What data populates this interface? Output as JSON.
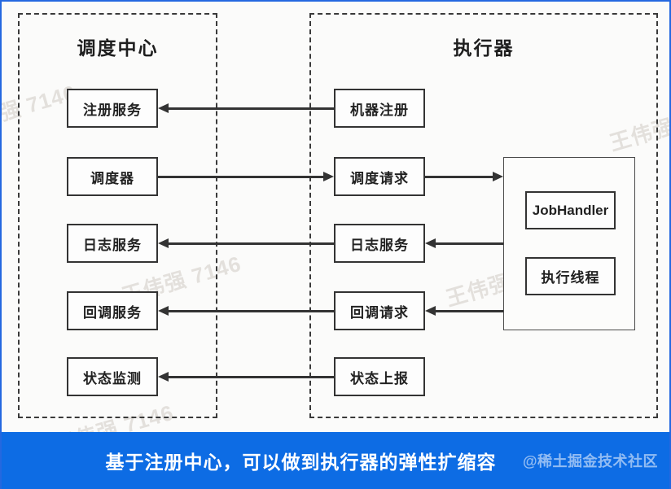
{
  "watermark": {
    "text": "王伟强 7146"
  },
  "diagram": {
    "scheduling_center": {
      "title": "调度中心",
      "nodes": [
        {
          "label": "注册服务"
        },
        {
          "label": "调度器"
        },
        {
          "label": "日志服务"
        },
        {
          "label": "回调服务"
        },
        {
          "label": "状态监测"
        }
      ]
    },
    "executor": {
      "title": "执行器",
      "nodes": [
        {
          "label": "机器注册"
        },
        {
          "label": "调度请求"
        },
        {
          "label": "日志服务"
        },
        {
          "label": "回调请求"
        },
        {
          "label": "状态上报"
        }
      ],
      "worker": {
        "nodes": [
          {
            "label": "JobHandler"
          },
          {
            "label": "执行线程"
          }
        ]
      }
    },
    "connections": [
      {
        "from": "机器注册",
        "to": "注册服务",
        "direction": "left"
      },
      {
        "from": "调度器",
        "to": "调度请求",
        "direction": "right"
      },
      {
        "from": "调度请求",
        "to": "执行器工作单元",
        "direction": "right"
      },
      {
        "from": "执行器工作单元",
        "to": "日志服务(执行器)",
        "direction": "left"
      },
      {
        "from": "日志服务(执行器)",
        "to": "日志服务(调度中心)",
        "direction": "left"
      },
      {
        "from": "执行器工作单元",
        "to": "回调请求",
        "direction": "left"
      },
      {
        "from": "回调请求",
        "to": "回调服务",
        "direction": "left"
      },
      {
        "from": "状态上报",
        "to": "状态监测",
        "direction": "left"
      }
    ]
  },
  "caption": {
    "text": "基于注册中心，可以做到执行器的弹性扩缩容",
    "attribution": "@稀土掘金技术社区"
  },
  "colors": {
    "banner_background": "#0d6ce4",
    "frame_border": "#2468e0",
    "line": "#333333",
    "background": "#fbfbfa"
  }
}
